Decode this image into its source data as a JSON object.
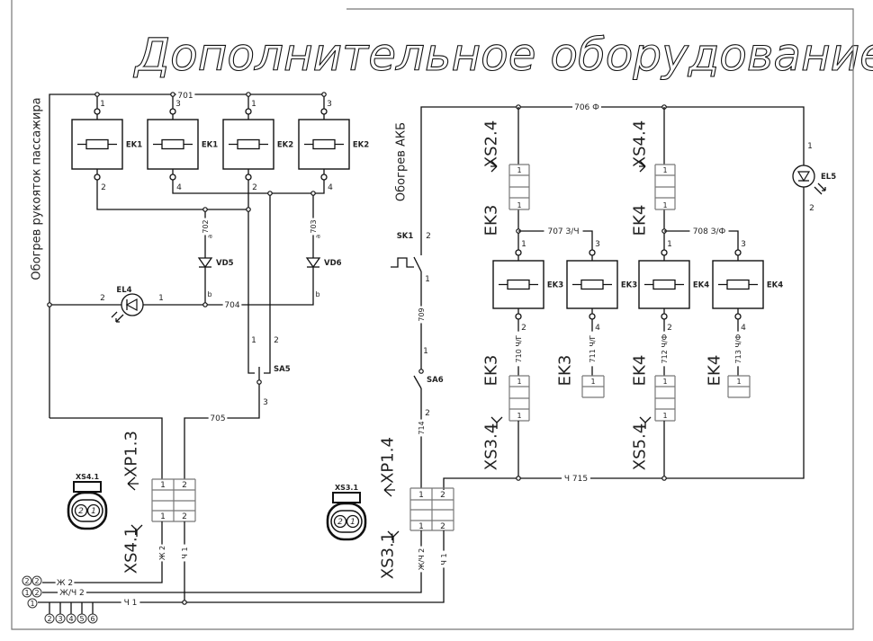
{
  "title": "Дополнительное оборудование",
  "left": {
    "section_label": "Обогрев рукояток пассажира",
    "heaters": [
      {
        "label": "EK1",
        "pin_top": "1",
        "pin_bottom": "2"
      },
      {
        "label": "EK1",
        "pin_top": "3",
        "pin_bottom": "4"
      },
      {
        "label": "EK2",
        "pin_top": "1",
        "pin_bottom": "2"
      },
      {
        "label": "EK2",
        "pin_top": "3",
        "pin_bottom": "4"
      }
    ],
    "wires": {
      "w701": "701",
      "w702": "702",
      "w703": "703",
      "w704": "704",
      "w705": "705"
    },
    "diode_pins": {
      "a": "a",
      "b": "b"
    },
    "vd5": "VD5",
    "vd6": "VD6",
    "el4": {
      "label": "EL4",
      "pin1": "1",
      "pin2": "2"
    },
    "sa5": {
      "label": "SA5",
      "pin1": "1",
      "pin2": "2",
      "pin3": "3"
    },
    "xp13": {
      "label": "XP1.3",
      "top": [
        "1",
        "2"
      ],
      "bottom": [
        "1",
        "2"
      ]
    },
    "xs41": {
      "label": "XS4.1",
      "icon_label": "XS4.1",
      "icon_pins": [
        "2",
        "1"
      ]
    },
    "wire_colors": {
      "zh2": "Ж 2",
      "ch1": "Ч 1"
    }
  },
  "right": {
    "section_label": "Обогрев АКБ",
    "w706": "706 Ф",
    "w707": "707 З/Ч",
    "w708": "708 З/Ф",
    "w709": "709",
    "w714": "714",
    "w715": "Ч 715",
    "sk1": {
      "label": "SK1",
      "pin1": "1",
      "pin2": "2"
    },
    "sa6": {
      "label": "SA6",
      "pin1": "1",
      "pin2": "2"
    },
    "heaters": [
      {
        "label": "EK3",
        "pin_top": "1",
        "pin_bottom": "2",
        "wire": "710 Ч/Г"
      },
      {
        "label": "EK3",
        "pin_top": "3",
        "pin_bottom": "4",
        "wire": "711 Ч/Г"
      },
      {
        "label": "EK4",
        "pin_top": "1",
        "pin_bottom": "2",
        "wire": "712 Ч/Ф"
      },
      {
        "label": "EK4",
        "pin_top": "3",
        "pin_bottom": "4",
        "wire": "713 Ч/Ф"
      }
    ],
    "big_labels": {
      "xs24": "XS2.4",
      "ek3_top": "EK3",
      "xs44": "XS4.4",
      "ek4_top": "EK4",
      "ek3_a": "EK3",
      "ek3_b": "EK3",
      "ek4_a": "EK4",
      "ek4_b": "EK4",
      "xs34": "XS3.4",
      "xs54": "XS5.4"
    },
    "connector_pin": "1",
    "el5": {
      "label": "EL5",
      "pin1": "1",
      "pin2": "2"
    },
    "xp14": {
      "label": "XP1.4",
      "top": [
        "1",
        "2"
      ],
      "bottom": [
        "1",
        "2"
      ]
    },
    "xs31": {
      "label": "XS3.1",
      "icon_label": "XS3.1",
      "icon_pins": [
        "2",
        "1"
      ]
    },
    "wire_colors": {
      "zhch2": "Ж/Ч 2",
      "ch1": "Ч 1"
    }
  },
  "harness": {
    "lines": [
      "Ж 2",
      "Ж/Ч 2",
      "Ч 1"
    ],
    "row1": [
      "2",
      "2"
    ],
    "row2": [
      "1",
      "2"
    ],
    "row3": [
      "1"
    ],
    "bottom_row": [
      "2",
      "3",
      "4",
      "5",
      "6"
    ]
  }
}
